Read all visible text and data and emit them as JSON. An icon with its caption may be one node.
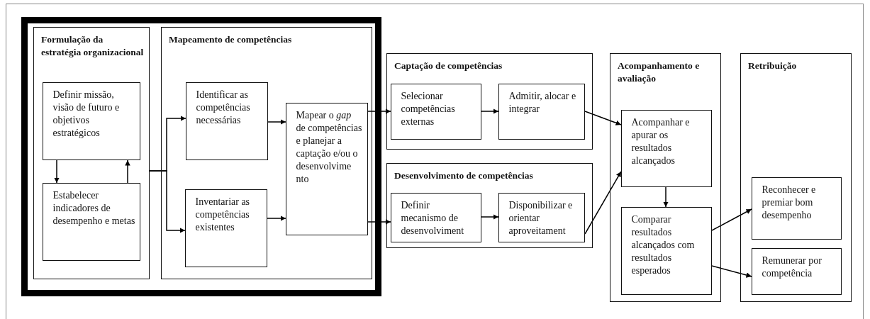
{
  "diagram": {
    "nodes": [
      {
        "text": [],
        "shape": "box"
      },
      {
        "text": [
          "Formulação da estratégia organizacional"
        ],
        "in": 0
      },
      {
        "text": [
          "Definir missão, visão de futuro e objetivos estratégicos"
        ],
        "in": 1
      },
      {
        "text": [
          "Estabelecer indicadores de desempenho e metas"
        ],
        "in": 1
      },
      {
        "text": [
          "Mapeamento de competências"
        ],
        "in": 0
      },
      {
        "text": [
          "Identificar as competências necessárias"
        ],
        "in": 4
      },
      {
        "text": [
          "Inventariar as competências existentes"
        ],
        "in": 4
      },
      {
        "text": [
          "Mapear o *gap* de competências e planejar a captação e/ou o desenvolvime nto"
        ],
        "in": 4
      },
      {
        "text": [
          "Captação de competências"
        ]
      },
      {
        "text": [
          "Selecionar competências externas"
        ],
        "in": 8
      },
      {
        "text": [
          "Admitir, alocar e integrar"
        ],
        "in": 8
      },
      {
        "text": [
          "Desenvolvimento de competências"
        ]
      },
      {
        "text": [
          "Definir mecanismo de desenvolviment"
        ],
        "in": 11
      },
      {
        "text": [
          "Disponibilizar e orientar aproveitament"
        ],
        "in": 11
      },
      {
        "text": [
          "Acompanhamento e avaliação"
        ]
      },
      {
        "text": [
          "Acompanhar e apurar os resultados alcançados"
        ],
        "in": 14
      },
      {
        "text": [
          "Comparar resultados alcançados com resultados esperados"
        ],
        "in": 14
      },
      {
        "text": [
          "Retribuição"
        ]
      },
      {
        "text": [
          "Reconhecer e premiar bom desempenho"
        ],
        "in": 17
      },
      {
        "text": [
          "Remunerar por competência"
        ],
        "in": 17
      }
    ],
    "edges": [
      {
        "from": 2,
        "to": 3,
        "arrow": "to"
      },
      {
        "from": 3,
        "to": 2,
        "arrow": "to"
      },
      {
        "from": 1,
        "to": 5,
        "arrow": "to"
      },
      {
        "from": 1,
        "to": 6,
        "arrow": "to"
      },
      {
        "from": 5,
        "to": 7,
        "arrow": "to"
      },
      {
        "from": 6,
        "to": 7,
        "arrow": "to"
      },
      {
        "from": 7,
        "to": 9,
        "arrow": "to"
      },
      {
        "from": 7,
        "to": 12,
        "arrow": "to"
      },
      {
        "from": 9,
        "to": 10,
        "arrow": "to"
      },
      {
        "from": 12,
        "to": 13,
        "arrow": "to"
      },
      {
        "from": 10,
        "to": 15,
        "arrow": "to"
      },
      {
        "from": 13,
        "to": 15,
        "arrow": "to"
      },
      {
        "from": 15,
        "to": 16,
        "arrow": "to"
      },
      {
        "from": 16,
        "to": 18,
        "arrow": "to"
      },
      {
        "from": 16,
        "to": 19,
        "arrow": "to"
      }
    ]
  }
}
